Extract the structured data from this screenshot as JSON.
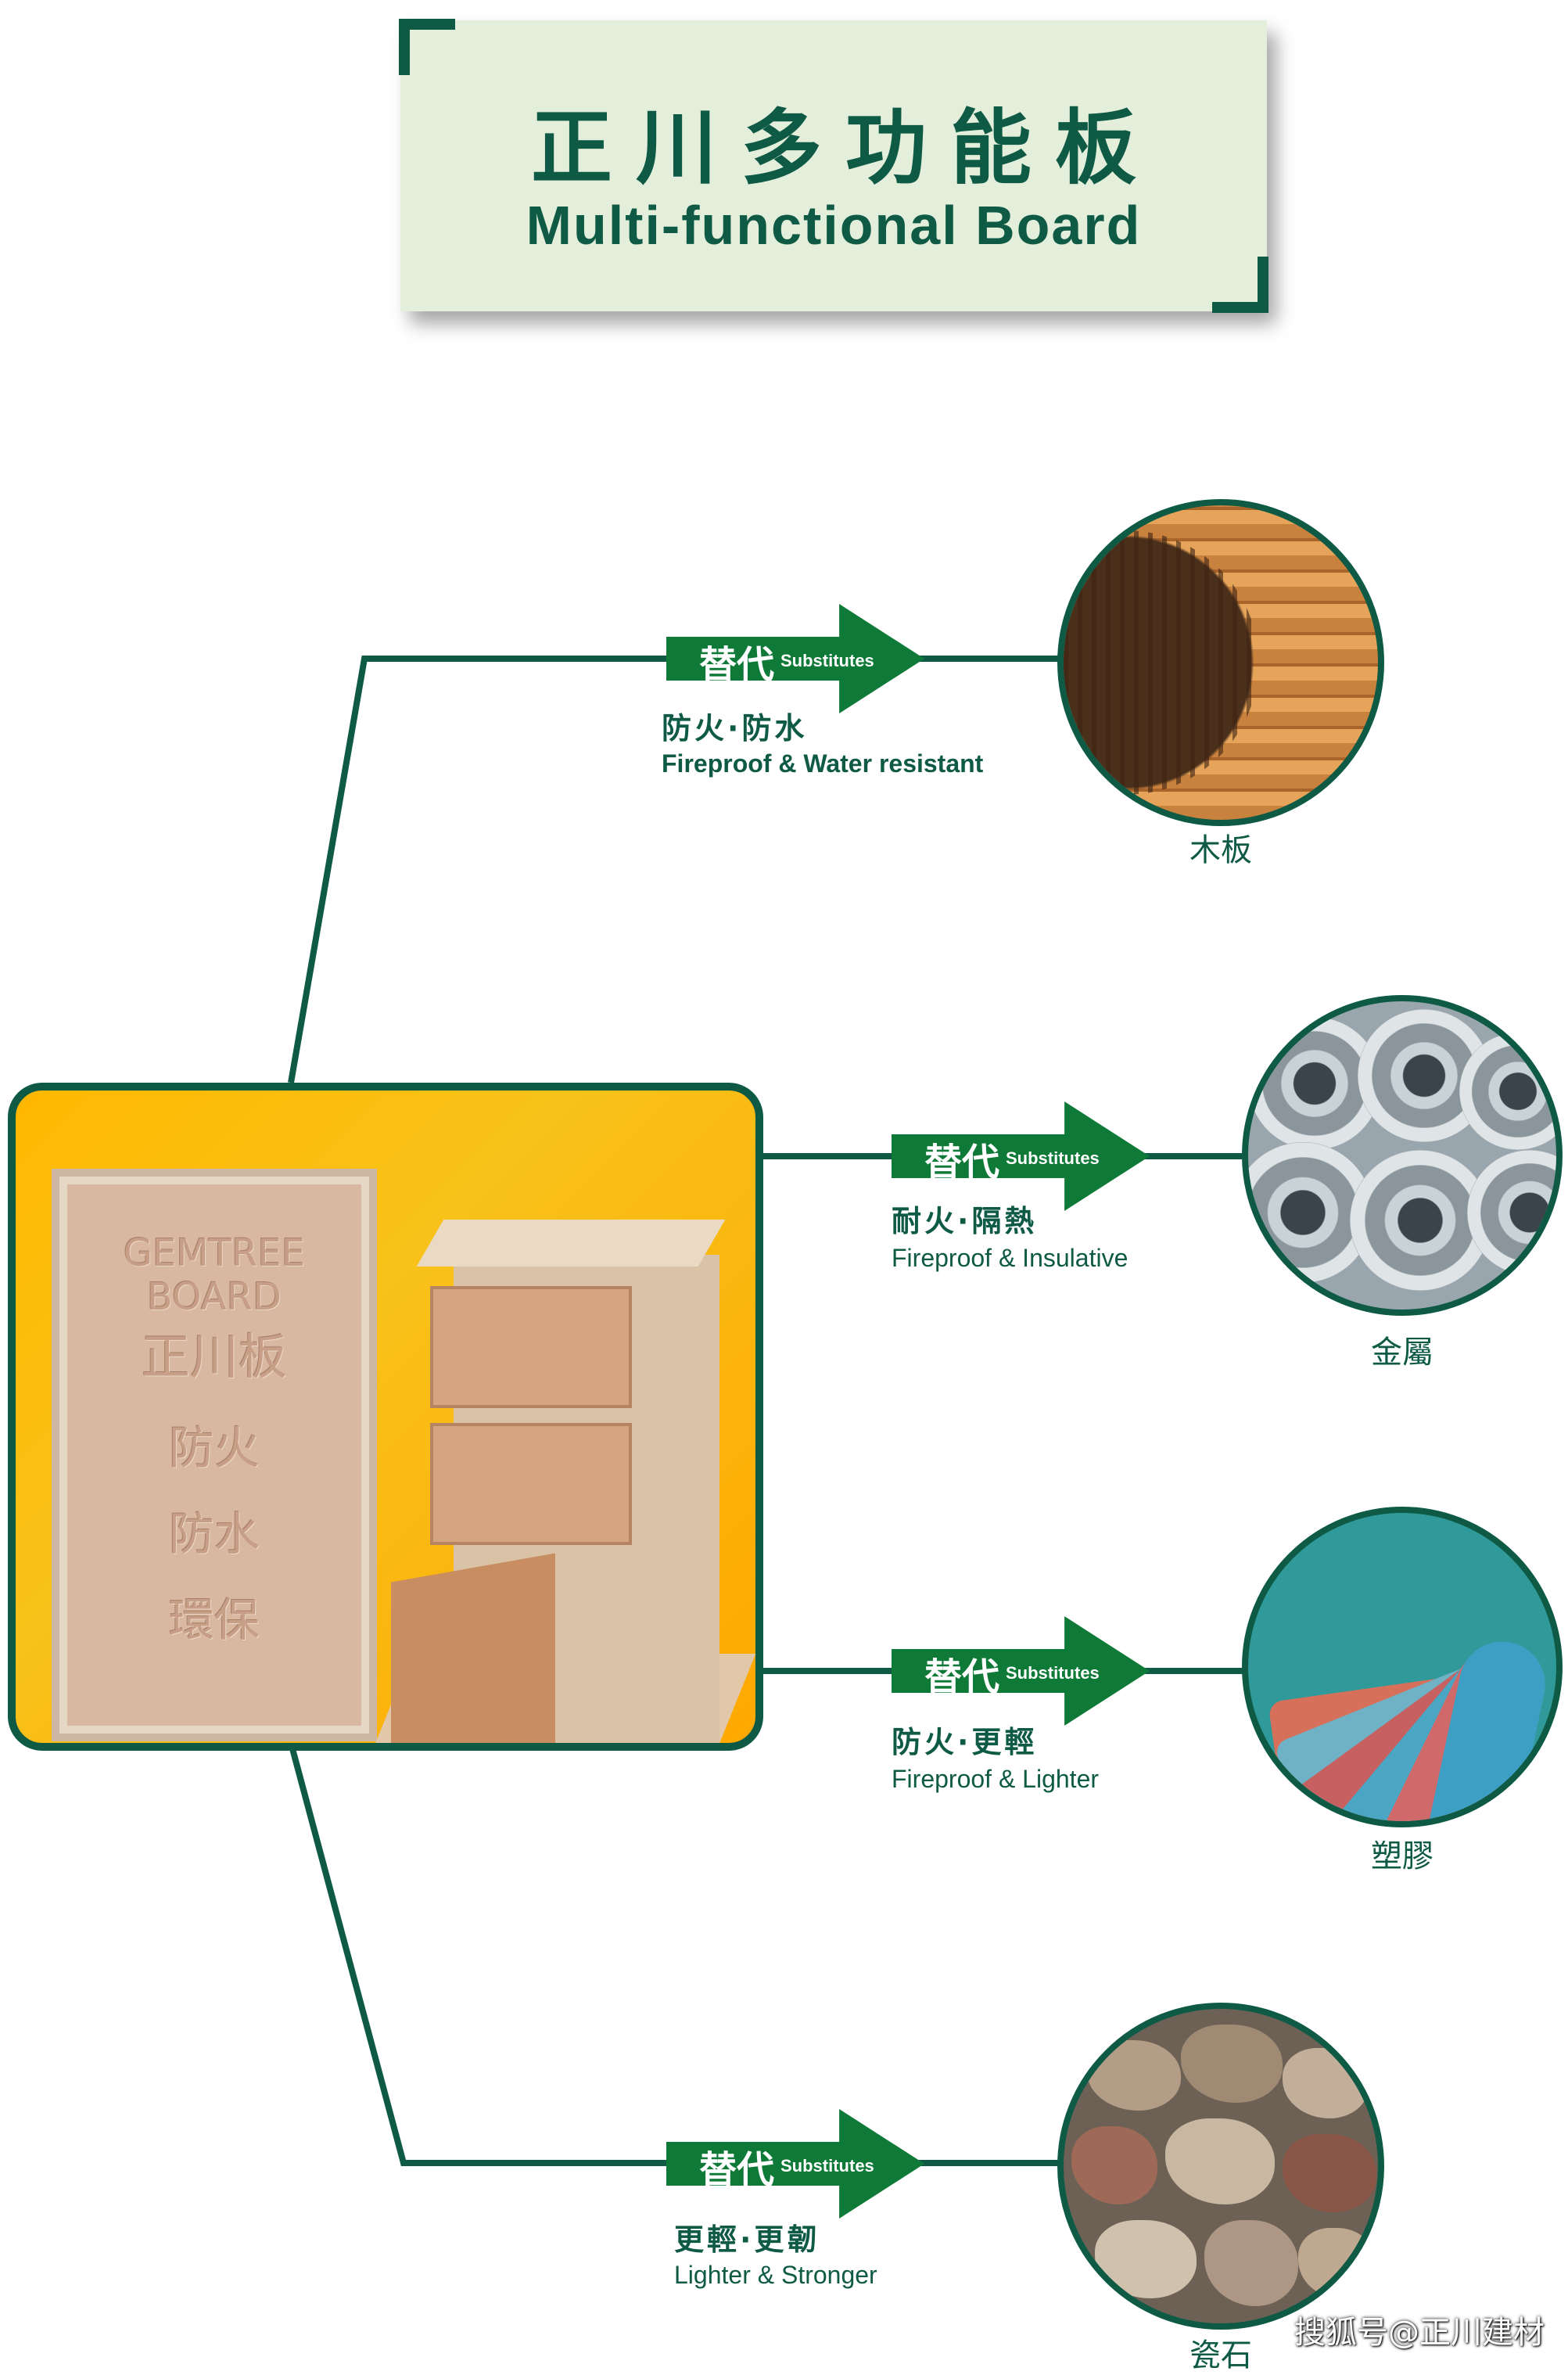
{
  "title": {
    "cn": "正川多功能板",
    "en": "Multi-functional Board"
  },
  "product": {
    "board_lines": [
      "GEMTREE BOARD",
      "正川板",
      "防火",
      "防水",
      "環保"
    ]
  },
  "arrow_cn": "替代",
  "arrow_en": "Substitutes",
  "branches": [
    {
      "cn": "防火·防水",
      "en": "Fireproof & Water resistant",
      "material": "木板"
    },
    {
      "cn": "耐火·隔熱",
      "en": "Fireproof & Insulative",
      "material": "金屬"
    },
    {
      "cn": "防火·更輕",
      "en": "Fireproof & Lighter",
      "material": "塑膠"
    },
    {
      "cn": "更輕·更韌",
      "en": "Lighter & Stronger",
      "material": "瓷石"
    }
  ],
  "watermark": "搜狐号@正川建材",
  "colors": {
    "dark_green": "#0e5a45",
    "arrow_green": "#0f7a37",
    "banner_bg": "#e3eedb",
    "product_bg": "#ffb800"
  }
}
